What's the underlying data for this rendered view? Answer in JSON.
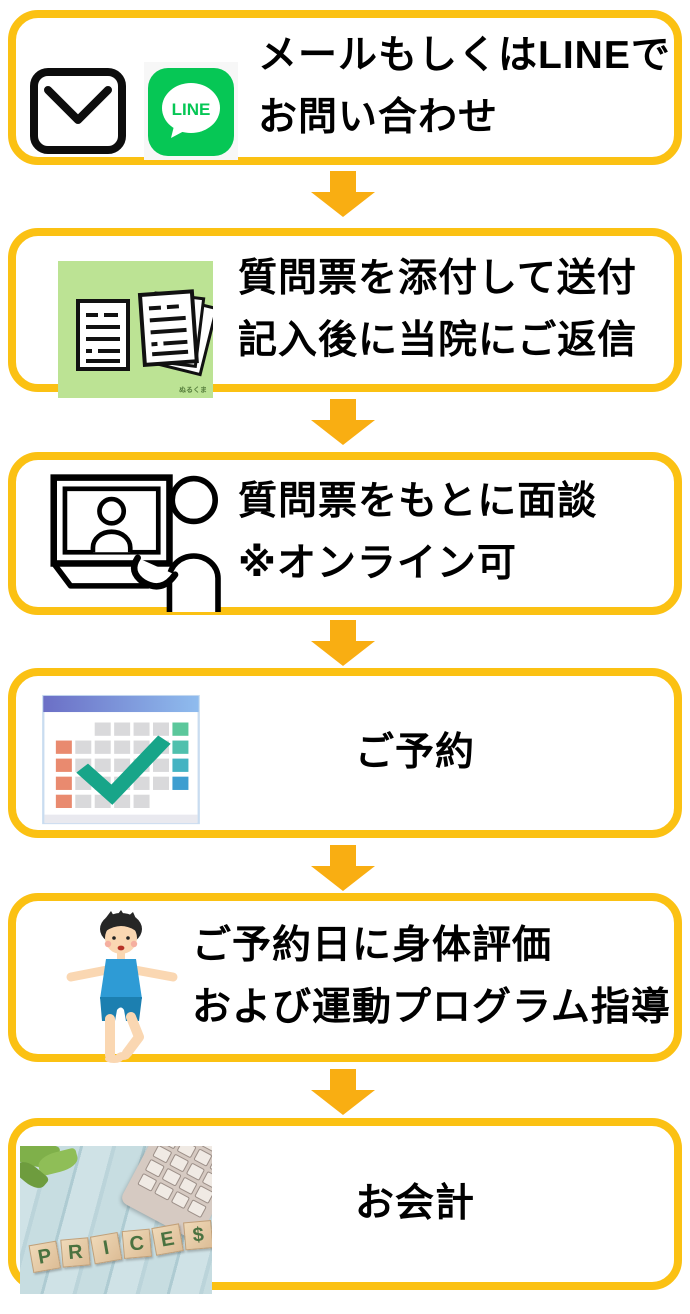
{
  "colors": {
    "box_border": "#FBC113",
    "arrow": "#F9AE12",
    "text": "#000000",
    "line_green": "#06C755",
    "docs_background": "#BCE394"
  },
  "steps": [
    {
      "name": "contact",
      "icons": [
        "mail-icon",
        "line-icon"
      ],
      "line_badge": "LINE",
      "lines": [
        "メールもしくはLINEで",
        "お問い合わせ"
      ]
    },
    {
      "name": "send-questionnaire",
      "icons": [
        "documents-clipart"
      ],
      "watermark": "ぬるくま",
      "lines": [
        "質問票を添付して送付",
        "記入後に当院にご返信"
      ]
    },
    {
      "name": "interview",
      "icons": [
        "video-call-icon"
      ],
      "lines": [
        "質問票をもとに面談",
        "※オンライン可"
      ]
    },
    {
      "name": "reservation",
      "icons": [
        "calendar-check-icon"
      ],
      "lines": [
        "ご予約"
      ]
    },
    {
      "name": "assessment",
      "icons": [
        "exercise-boy-illustration"
      ],
      "lines": [
        "ご予約日に身体評価",
        "および運動プログラム指導"
      ]
    },
    {
      "name": "payment",
      "icons": [
        "prices-photo"
      ],
      "photo_letters": [
        "P",
        "R",
        "I",
        "C",
        "E",
        "$"
      ],
      "lines": [
        "お会計"
      ]
    }
  ]
}
